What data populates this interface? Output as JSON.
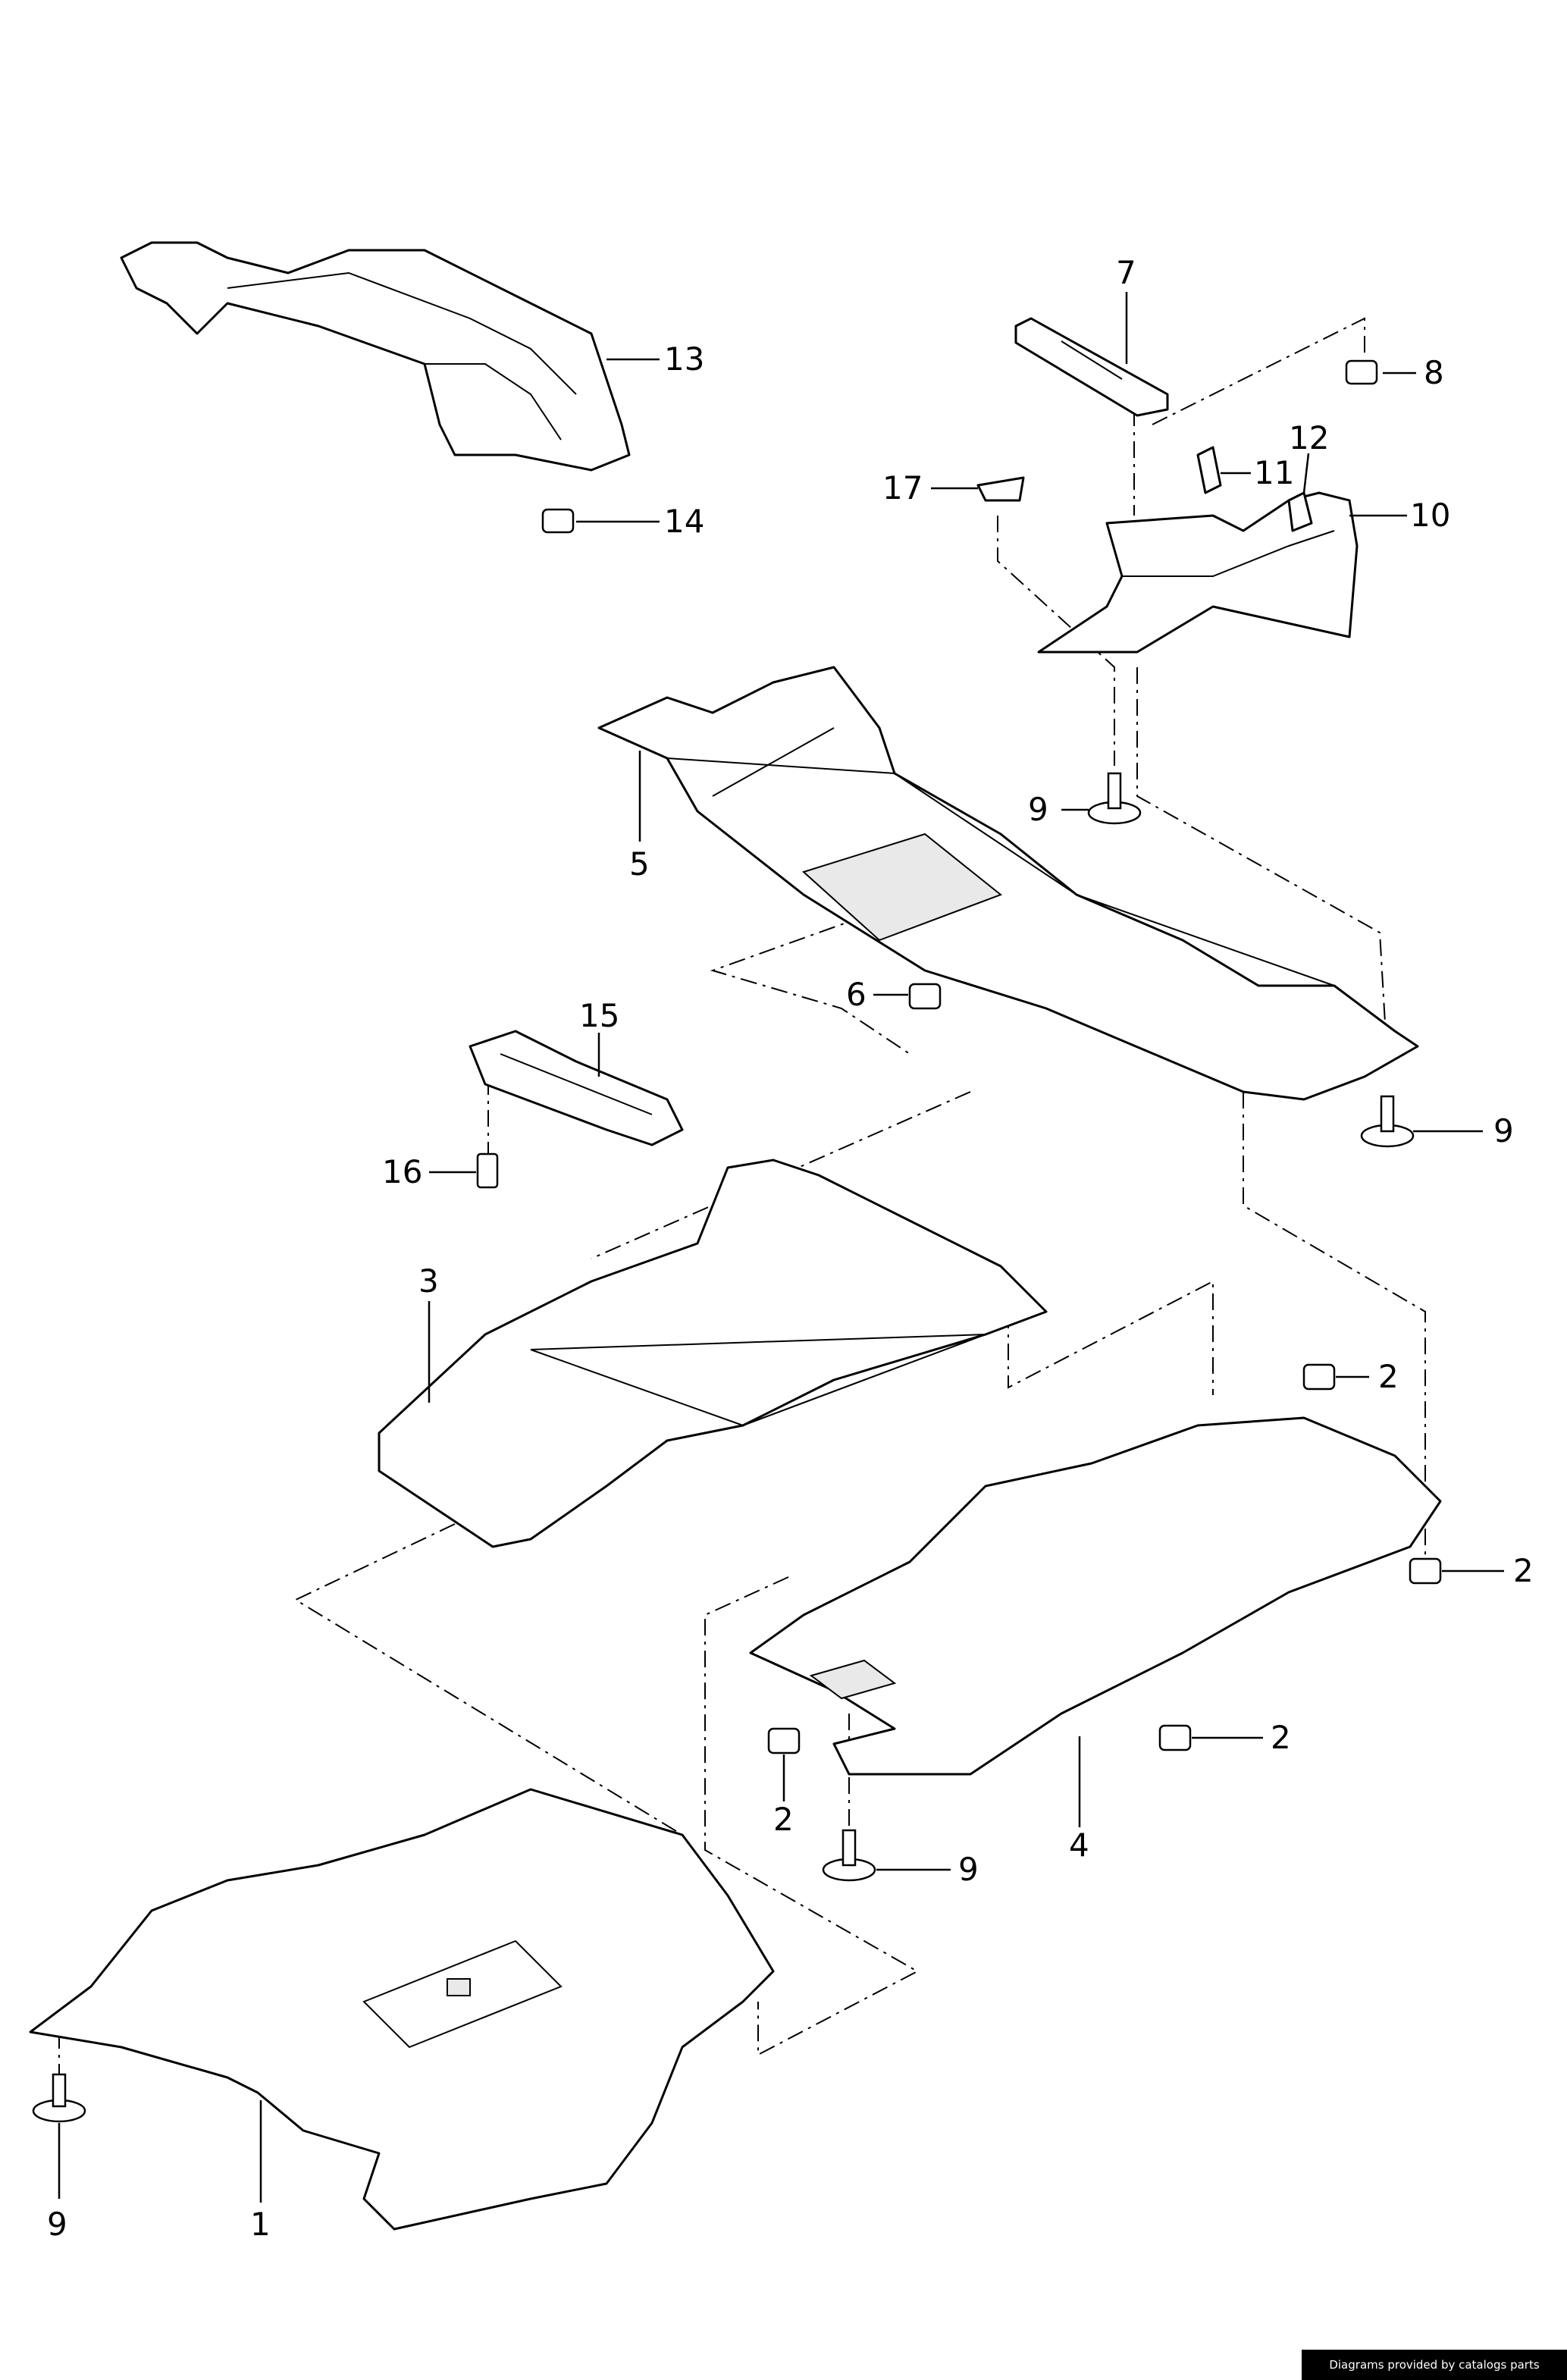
{
  "diagram": {
    "callouts": {
      "c1": "1",
      "c2a": "2",
      "c2b": "2",
      "c2c": "2",
      "c2d": "2",
      "c3": "3",
      "c4": "4",
      "c5": "5",
      "c6": "6",
      "c7": "7",
      "c8": "8",
      "c9a": "9",
      "c9b": "9",
      "c9c": "9",
      "c9d": "9",
      "c10": "10",
      "c11": "11",
      "c12": "12",
      "c13": "13",
      "c14": "14",
      "c15": "15",
      "c16": "16",
      "c17": "17"
    }
  },
  "footer": {
    "credit": "Diagrams provided by catalogs parts"
  }
}
